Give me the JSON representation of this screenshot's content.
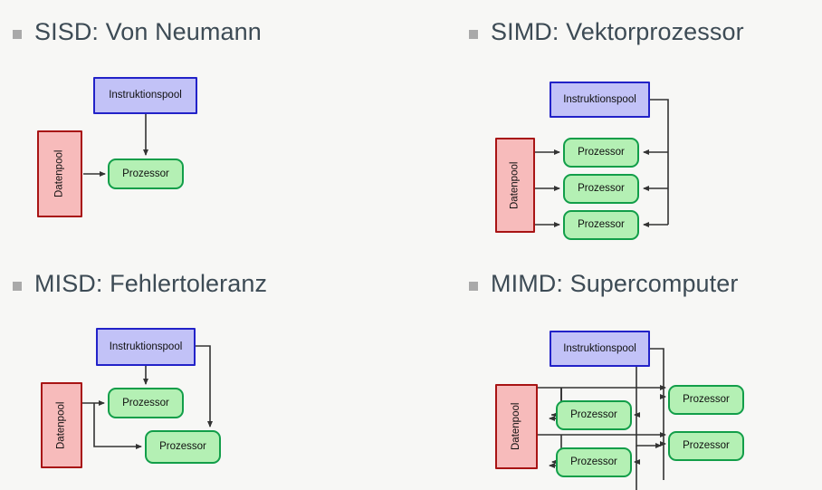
{
  "slide": {
    "background_color": "#f7f7f5",
    "bullet_color": "#a9a9a9",
    "heading_color": "#3d4b55"
  },
  "palette": {
    "instruction_fill": "#c2c2f7",
    "instruction_stroke": "#2222c8",
    "data_fill": "#f7bbbb",
    "data_stroke": "#a81414",
    "processor_fill": "#b4f0b4",
    "processor_stroke": "#129e49",
    "edge_stroke": "#333333"
  },
  "labels": {
    "instruction_pool": "Instruktionspool",
    "data_pool": "Datenpool",
    "processor": "Prozessor"
  },
  "quadrants": [
    {
      "id": "sisd",
      "title": "SISD: Von Neumann",
      "instruction_pools": 1,
      "data_pools": 1,
      "processors": 1
    },
    {
      "id": "simd",
      "title": "SIMD: Vektorprozessor",
      "instruction_pools": 1,
      "data_pools": 1,
      "processors": 3
    },
    {
      "id": "misd",
      "title": "MISD: Fehlertoleranz",
      "instruction_pools": 1,
      "data_pools": 1,
      "processors": 2
    },
    {
      "id": "mimd",
      "title": "MIMD: Supercomputer",
      "instruction_pools": 1,
      "data_pools": 1,
      "processors": 4
    }
  ]
}
